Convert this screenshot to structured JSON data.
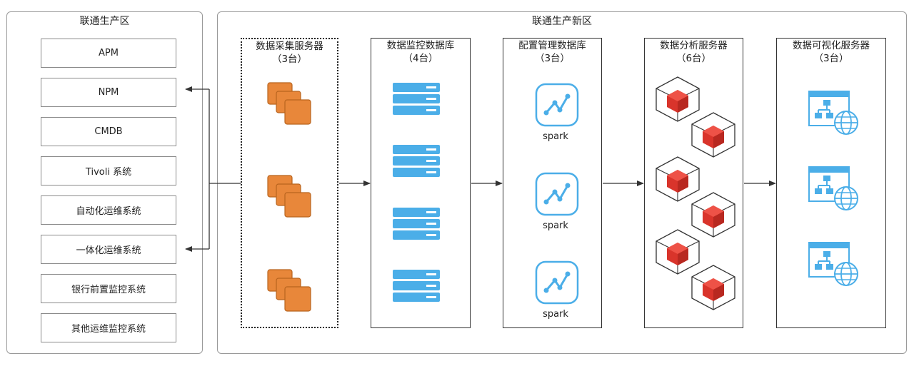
{
  "left_group": {
    "title": "联通生产区",
    "systems": [
      "APM",
      "NPM",
      "CMDB",
      "Tivoli 系统",
      "自动化运维系统",
      "一体化运维系统",
      "银行前置监控系统",
      "其他运维监控系统"
    ]
  },
  "right_group": {
    "title": "联通生产新区",
    "columns": [
      {
        "title": "数据采集服务器",
        "count": "（3台）",
        "icon": "aws-instances-icon"
      },
      {
        "title": "数据监控数据库",
        "count": "（4台）",
        "icon": "server-rack-icon"
      },
      {
        "title": "配置管理数据库",
        "count": "（3台）",
        "icon": "spark-icon",
        "item_label": "spark"
      },
      {
        "title": "数据分析服务器",
        "count": "（6台）",
        "icon": "container-cube-icon"
      },
      {
        "title": "数据可视化服务器",
        "count": "（3台）",
        "icon": "web-sitemap-globe-icon"
      }
    ]
  },
  "colors": {
    "orange": "#E8873A",
    "orange_dark": "#B8641E",
    "blue": "#4BAEE8",
    "red": "#D9342B",
    "line": "#333333"
  }
}
